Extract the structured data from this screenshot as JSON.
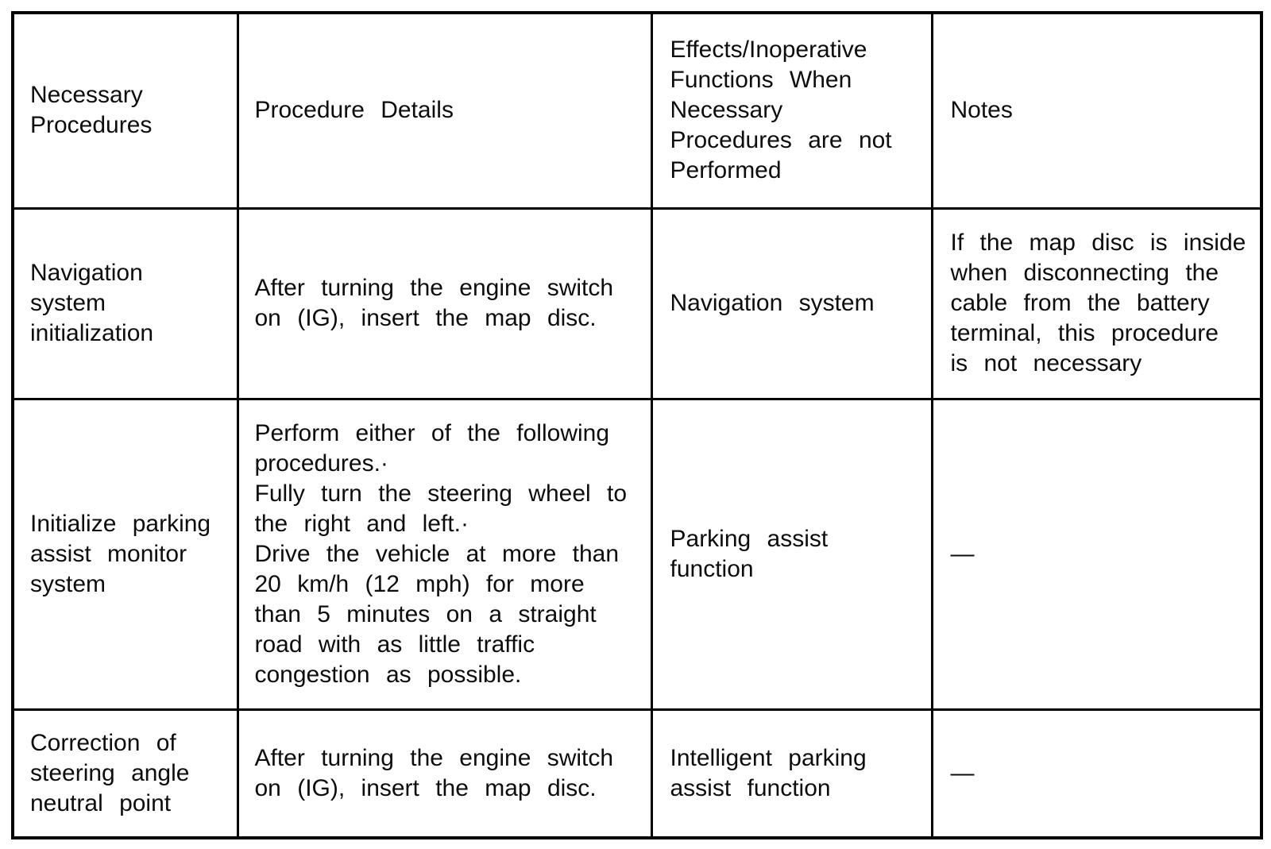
{
  "colors": {
    "background": "#ffffff",
    "border": "#000000",
    "text": "#0d0d0d"
  },
  "table": {
    "headers": [
      "Necessary Procedures",
      "Procedure Details",
      "Effects/Inoperative Functions When Necessary Procedures are not Performed",
      "Notes"
    ],
    "rows": [
      {
        "procedure": "Navigation system initialization",
        "details": [
          "After turning the engine switch on (IG), insert the map disc."
        ],
        "effects": "Navigation system",
        "notes": "If the map disc is inside when disconnecting the cable from the battery terminal, this procedure is not necessary"
      },
      {
        "procedure": "Initialize parking assist monitor system",
        "details": [
          "Perform either of the following procedures.·",
          "Fully turn the steering wheel to the right and left.·",
          "Drive the vehicle at more than 20 km/h (12 mph) for more than 5 minutes on a straight road with as little traffic congestion as possible."
        ],
        "effects": "Parking assist function",
        "notes": "—"
      },
      {
        "procedure": "Correction of steering angle neutral point",
        "details": [
          "After turning the engine switch on (IG), insert the map disc."
        ],
        "effects": "Intelligent parking assist function",
        "notes": "—"
      }
    ]
  }
}
